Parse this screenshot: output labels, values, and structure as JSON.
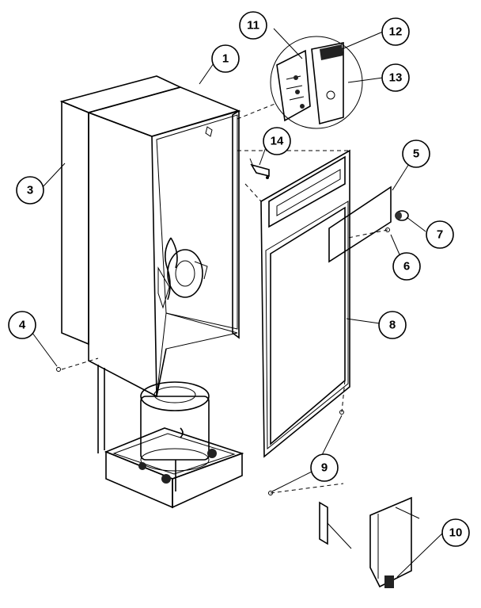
{
  "callouts": [
    {
      "id": "1",
      "label": "1"
    },
    {
      "id": "3",
      "label": "3"
    },
    {
      "id": "4",
      "label": "4"
    },
    {
      "id": "5",
      "label": "5"
    },
    {
      "id": "6",
      "label": "6"
    },
    {
      "id": "7",
      "label": "7"
    },
    {
      "id": "8",
      "label": "8"
    },
    {
      "id": "9",
      "label": "9"
    },
    {
      "id": "10",
      "label": "10"
    },
    {
      "id": "11",
      "label": "11"
    },
    {
      "id": "12",
      "label": "12"
    },
    {
      "id": "13",
      "label": "13"
    },
    {
      "id": "14",
      "label": "14"
    }
  ],
  "colors": {
    "line": "#000000",
    "background": "#ffffff",
    "wood": "#f3ecd9"
  }
}
